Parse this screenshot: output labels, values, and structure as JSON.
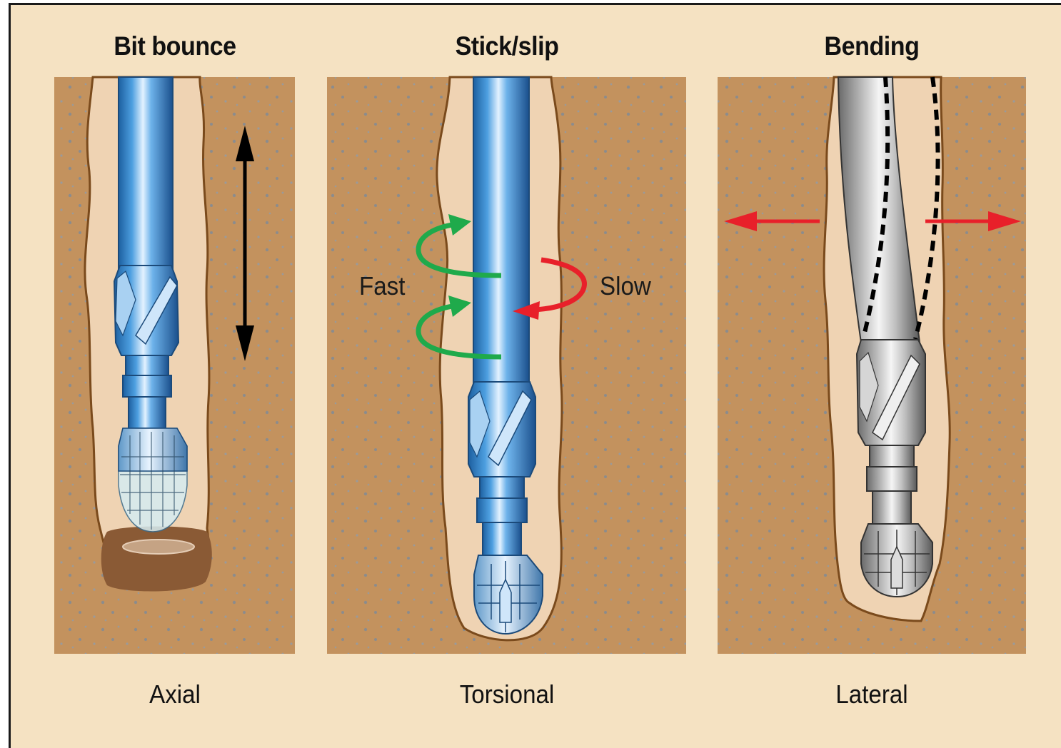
{
  "panels": [
    {
      "title": "Bit bounce",
      "caption": "Axial"
    },
    {
      "title": "Stick/slip",
      "caption": "Torsional"
    },
    {
      "title": "Bending",
      "caption": "Lateral"
    }
  ],
  "labels": {
    "fast": "Fast",
    "slow": "Slow"
  },
  "colors": {
    "background": "#f5e2c2",
    "formation": "#c3925e",
    "borehole": "#efd3b3",
    "borehole_wall": "#7a4a1c",
    "pipe_blue": "#3f8fd2",
    "pipe_gray": "#9a9a9a",
    "fast_arrow": "#1faa4b",
    "slow_arrow": "#e8202a",
    "lateral_arrow": "#e8202a",
    "axial_arrow": "#000000",
    "cutting_pit": "#8a5a35"
  },
  "icons": {
    "axial": "double-headed-vertical-arrow-icon",
    "lateral": "left-right-arrow-icon",
    "torsional": "curved-rotation-arrow-icon"
  }
}
